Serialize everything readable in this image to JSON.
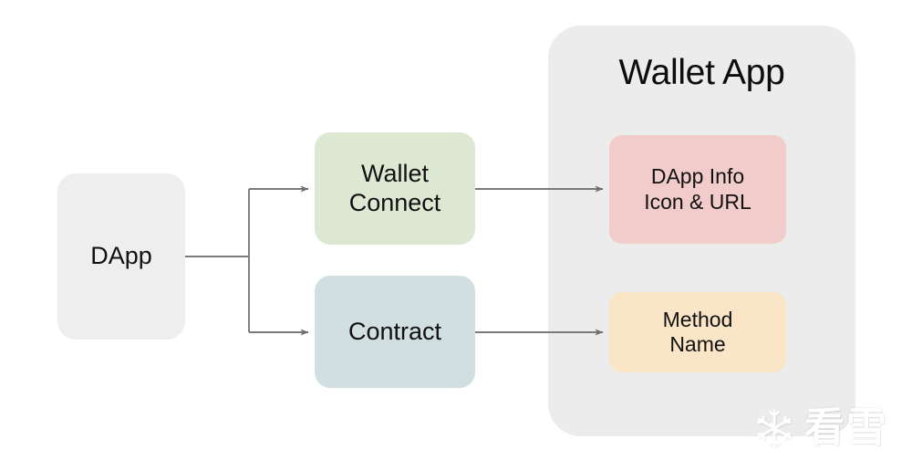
{
  "diagram": {
    "title": "Wallet App",
    "background": "#ffffff",
    "group": {
      "label": "Wallet App",
      "fill": "#ececec"
    },
    "nodes": [
      {
        "id": "dapp",
        "label": "DApp",
        "fill": "#eeeeee"
      },
      {
        "id": "walletconnect",
        "label": "Wallet\nConnect",
        "fill": "#dde8d3"
      },
      {
        "id": "contract",
        "label": "Contract",
        "fill": "#d2dfe0"
      },
      {
        "id": "dappinfo",
        "label": "DApp Info\nIcon & URL",
        "fill": "#f2cbcb"
      },
      {
        "id": "methodname",
        "label": "Method\nName",
        "fill": "#fae5c7"
      }
    ],
    "edges": [
      {
        "from": "dapp",
        "to": "walletconnect",
        "style": "elbow",
        "arrow": true
      },
      {
        "from": "dapp",
        "to": "contract",
        "style": "elbow",
        "arrow": true
      },
      {
        "from": "walletconnect",
        "to": "dappinfo",
        "style": "straight",
        "arrow": true
      },
      {
        "from": "contract",
        "to": "methodname",
        "style": "straight",
        "arrow": true
      }
    ],
    "edge_color": "#7a7a7a"
  },
  "watermark": {
    "icon": "snowflake-icon",
    "text": "看雪",
    "color": "#ffffff"
  }
}
